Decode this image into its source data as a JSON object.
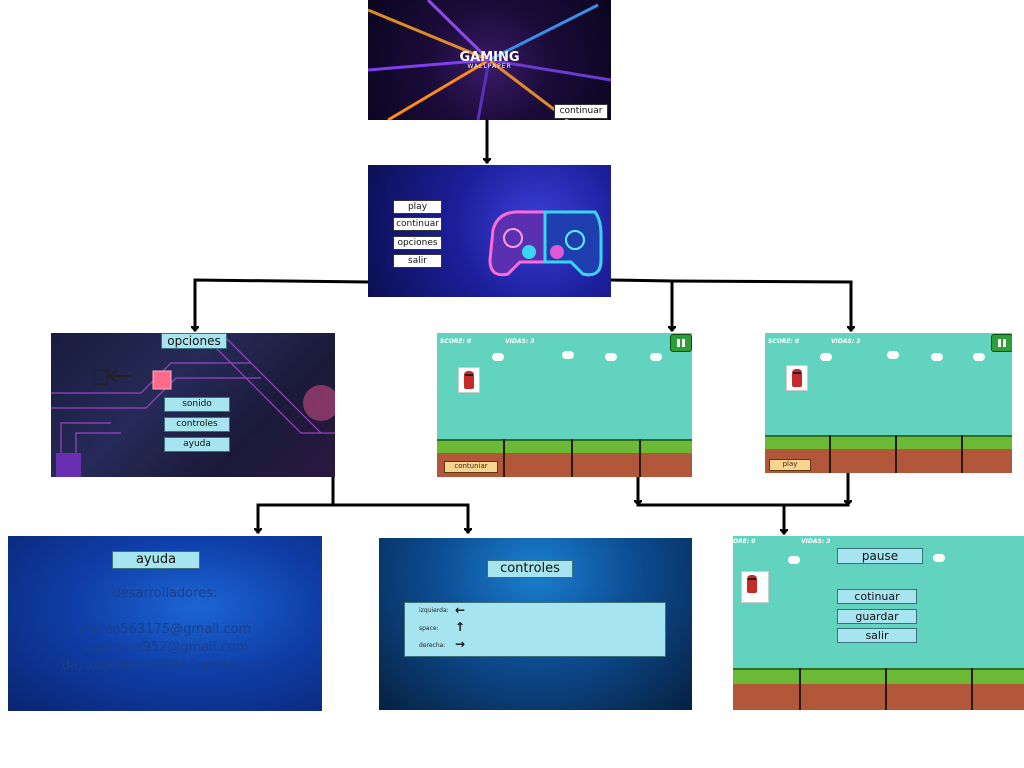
{
  "splash": {
    "logo_main": "GAMING",
    "logo_sub": "WALLPAPER",
    "continue_label": "continuar"
  },
  "menu": {
    "buttons": [
      "play",
      "continuar",
      "opciones",
      "salir"
    ]
  },
  "opciones": {
    "title": "opciones",
    "items": [
      "sonido",
      "controles",
      "ayuda"
    ]
  },
  "game_continue": {
    "score": "SCORE: 0",
    "lives": "VIDAS: 3",
    "button": "contuniar"
  },
  "game_play": {
    "score": "SCORE: 0",
    "lives": "VIDAS: 3",
    "button": "play"
  },
  "ayuda": {
    "title": "ayuda",
    "heading": "desarrolladores:",
    "emails": [
      "mateo563175@gmail.com",
      "jfquintiva952@gmail.com",
      "davidsanabria9896@gmail.com"
    ]
  },
  "controles": {
    "title": "controles",
    "rows": [
      {
        "label": "izquierda:",
        "arrow": "←"
      },
      {
        "label": "space:",
        "arrow": "↑"
      },
      {
        "label": "derecha:",
        "arrow": "→"
      }
    ]
  },
  "pause_screen": {
    "score": "ORE: 0",
    "lives": "VIDAS: 3",
    "title": "pause",
    "buttons": [
      "cotinuar",
      "guardar",
      "salir"
    ]
  },
  "colors": {
    "game_sky": "#62d3bf",
    "label_cyan": "#a6e4ef",
    "connector": "#000000"
  }
}
